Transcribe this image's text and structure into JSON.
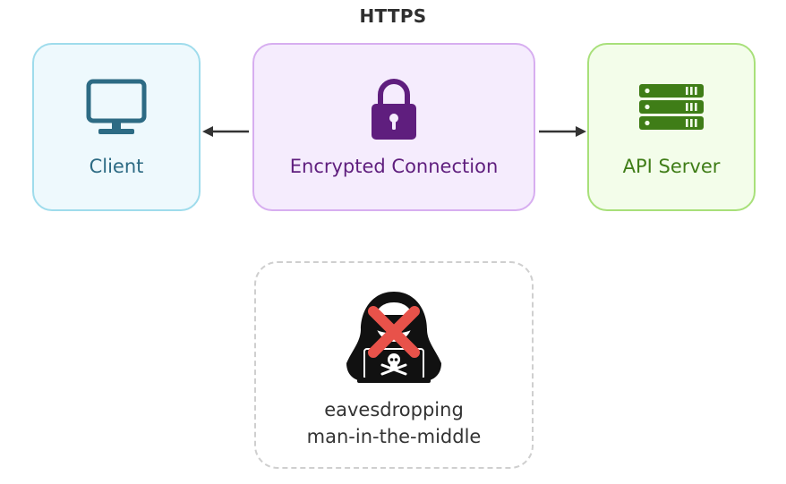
{
  "title": "HTTPS",
  "nodes": {
    "client": {
      "label": "Client",
      "icon": "monitor-icon"
    },
    "connection": {
      "label": "Encrypted Connection",
      "icon": "padlock-icon"
    },
    "server": {
      "label": "API Server",
      "icon": "server-rack-icon"
    },
    "attacker": {
      "line1": "eavesdropping",
      "line2": "man-in-the-middle",
      "icon": "hooded-hacker-blocked-icon"
    }
  },
  "colors": {
    "client_accent": "#2d6b84",
    "connection_accent": "#5f1e7e",
    "server_accent": "#3f7d17",
    "blocked_cross": "#e8524a"
  }
}
